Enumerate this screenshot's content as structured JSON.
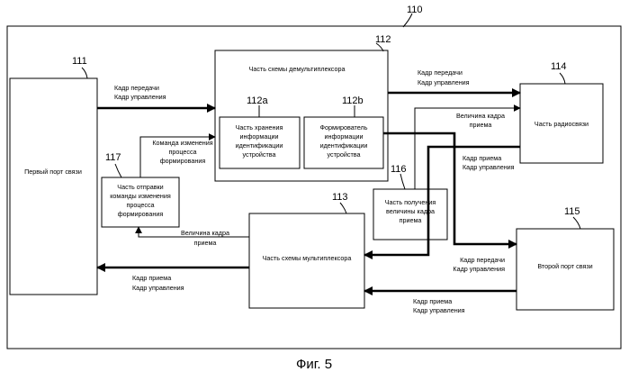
{
  "figure": {
    "caption": "Фиг. 5",
    "ref_outer": "110"
  },
  "blocks": {
    "first_port": {
      "ref": "111",
      "label": "Первый порт связи"
    },
    "demux": {
      "ref": "112",
      "label": "Часть схемы демультиплексора"
    },
    "storage": {
      "ref": "112a",
      "lines": [
        "Часть хранения",
        "информации",
        "идентификации",
        "устройства"
      ]
    },
    "former": {
      "ref": "112b",
      "lines": [
        "Формирователь",
        "информации",
        "идентификации",
        "устройства"
      ]
    },
    "radio": {
      "ref": "114",
      "label": "Часть радиосвязи"
    },
    "second_port": {
      "ref": "115",
      "label": "Второй порт связи"
    },
    "mux": {
      "ref": "113",
      "label": "Часть схемы мультиплексора"
    },
    "size_getter": {
      "ref": "116",
      "lines": [
        "Часть получения",
        "величины кадра",
        "приема"
      ]
    },
    "cmd_sender": {
      "ref": "117",
      "lines": [
        "Часть отправки",
        "команды изменения",
        "процесса",
        "формирования"
      ]
    }
  },
  "signals": {
    "tx_first": [
      "Кадр передачи",
      "Кадр управления"
    ],
    "tx_radio": [
      "Кадр передачи",
      "Кадр управления"
    ],
    "frame_size_top": [
      "Величина кадра",
      "приема"
    ],
    "cmd_change": [
      "Команда изменения",
      "процесса",
      "формирования"
    ],
    "rx_radio": [
      "Кадр приема",
      "Кадр управления"
    ],
    "tx_second": [
      "Кадр передачи",
      "Кадр управления"
    ],
    "frame_size_bottom": [
      "Величина кадра",
      "приема"
    ],
    "rx_first": [
      "Кадр приема",
      "Кадр управления"
    ],
    "rx_second": [
      "Кадр приема",
      "Кадр управления"
    ]
  }
}
